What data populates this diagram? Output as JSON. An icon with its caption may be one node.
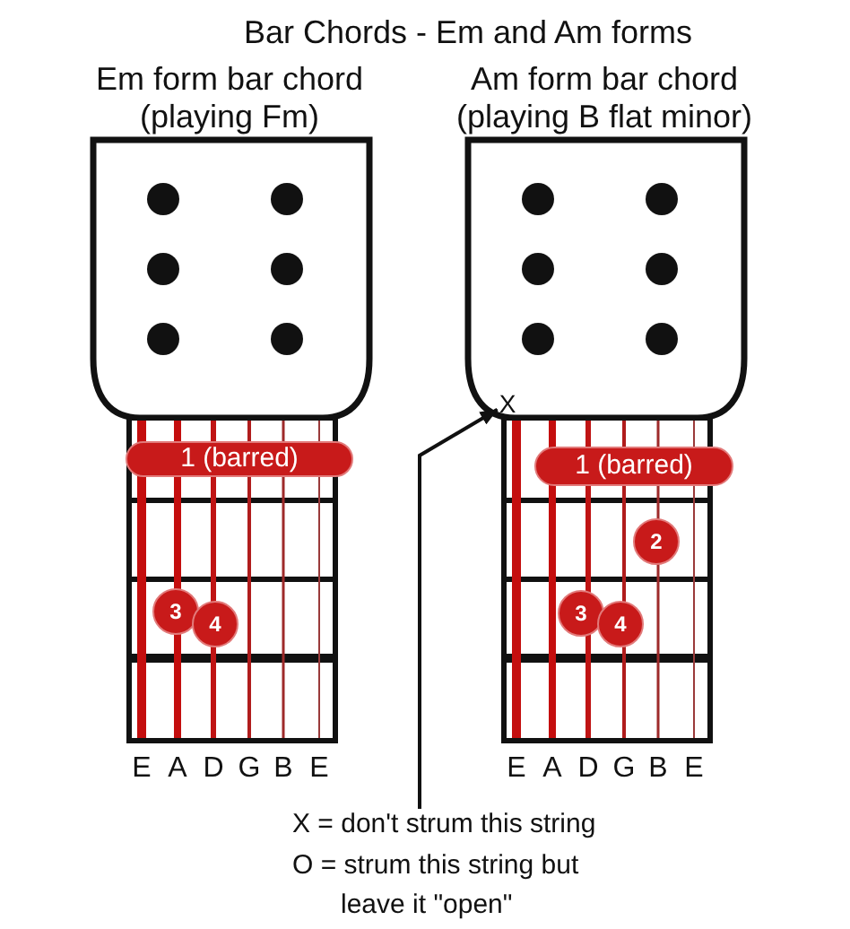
{
  "diagram": {
    "title": "Bar Chords - Em and Am forms",
    "nodes": [
      {
        "text": [
          "Em form bar chord (playing Fm)"
        ]
      },
      {
        "text": [
          "1 (barred)"
        ],
        "in": 0
      },
      {
        "text": [
          "3"
        ],
        "in": 0
      },
      {
        "text": [
          "4"
        ],
        "in": 0
      },
      {
        "text": [
          "Am form bar chord (playing B flat minor)"
        ]
      },
      {
        "text": [
          "X"
        ],
        "in": 4
      },
      {
        "text": [
          "1 (barred)"
        ],
        "in": 4
      },
      {
        "text": [
          "2"
        ],
        "in": 4
      },
      {
        "text": [
          "3"
        ],
        "in": 4
      },
      {
        "text": [
          "4"
        ],
        "in": 4
      },
      {
        "text": [
          "X = don't strum this string"
        ]
      }
    ],
    "edges": [
      {
        "from": 10,
        "to": 5,
        "arrow": "to"
      }
    ],
    "labels": [
      "E",
      "A",
      "D",
      "G",
      "B",
      "E",
      "E",
      "A",
      "D",
      "G",
      "B",
      "E",
      "O = strum this string but leave it \"open\""
    ]
  }
}
